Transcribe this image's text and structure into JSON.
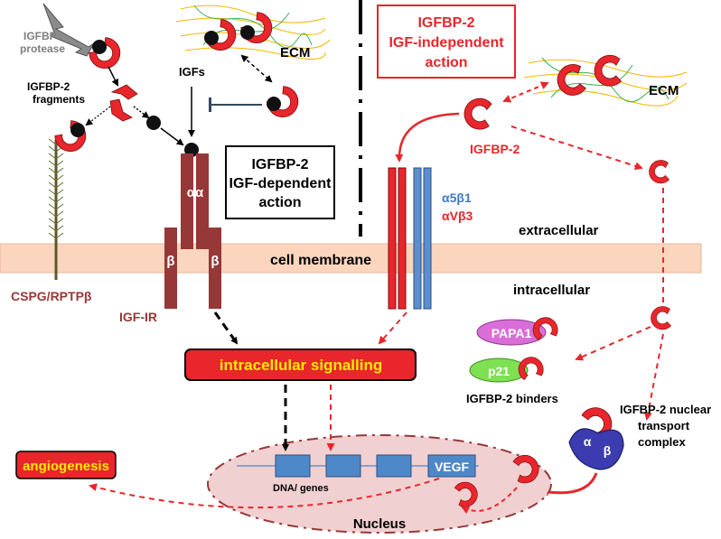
{
  "labels": {
    "igfbp_protease": [
      "IGFBP",
      "protease"
    ],
    "igfbp2_fragments": [
      "IGFBP-2",
      "fragments"
    ],
    "igfs": "IGFs",
    "ecm_left": "ECM",
    "ecm_right": "ECM",
    "dependent_box": [
      "IGFBP-2",
      "IGF-dependent",
      "action"
    ],
    "independent_box": [
      "IGFBP-2",
      "IGF-independent",
      "action"
    ],
    "igfbp2_red": "IGFBP-2",
    "alpha_alpha": "αα",
    "beta_left": "β",
    "beta_right": "β",
    "integrin_a5b1": "α5β1",
    "integrin_avb3": "αVβ3",
    "extracellular": "extracellular",
    "intracellular": "intracellular",
    "cell_membrane": "cell membrane",
    "cspg": "CSPG/RPTPβ",
    "igf_ir": "IGF-IR",
    "papa1": "PAPA1",
    "p21": "p21",
    "binders": "IGFBP-2  binders",
    "nuclear_transport": [
      "IGFBP-2 nuclear",
      "transport",
      "complex"
    ],
    "nt_alpha": "α",
    "nt_beta": "β",
    "intracellular_signalling": "intracellular signalling",
    "angiogenesis": "angiogenesis",
    "dna_genes": "DNA/ genes",
    "vegf": "VEGF",
    "nucleus": "Nucleus"
  },
  "colors": {
    "red": "#e8262b",
    "dark_red": "#963838",
    "blue": "#5b8fd0",
    "membrane": "#fbd5bd",
    "nucleus": "#f1d0d2",
    "gene_box": "#4f88c9",
    "papa1": "#d96ed9",
    "p21": "#7ee052",
    "signal_box": "#e8262b",
    "signal_text": "#ffea00",
    "grey_text": "#7f7f7f"
  }
}
